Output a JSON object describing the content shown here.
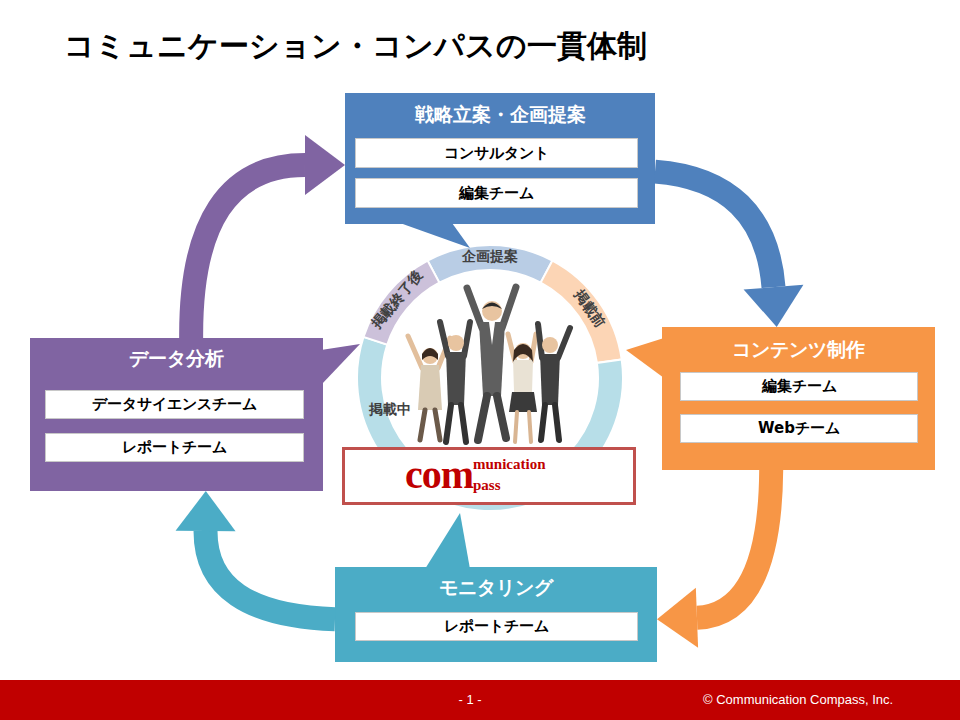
{
  "diagram": {
    "title": "コミュニケーション・コンパスの一貫体制",
    "nodes": [
      {
        "text": [
          "戦略立案・企画提案"
        ]
      },
      {
        "text": [
          "コンサルタント"
        ],
        "in": 0
      },
      {
        "text": [
          "編集チーム"
        ],
        "in": 0
      },
      {
        "text": [
          "コンテンツ制作"
        ]
      },
      {
        "text": [
          "編集チーム"
        ],
        "in": 3
      },
      {
        "text": [
          "Webチーム"
        ],
        "in": 3
      },
      {
        "text": [
          "モニタリング"
        ]
      },
      {
        "text": [
          "レポートチーム"
        ],
        "in": 6
      },
      {
        "text": [
          "データ分析"
        ]
      },
      {
        "text": [
          "データサイエンスチーム"
        ],
        "in": 8
      },
      {
        "text": [
          "レポートチーム"
        ],
        "in": 8
      },
      {
        "text": [
          "企画提案"
        ]
      },
      {
        "text": [
          "掲載前"
        ]
      },
      {
        "text": [
          "掲載中"
        ]
      },
      {
        "text": [
          "掲載終了後"
        ]
      },
      {
        "text": [
          "com",
          "munication",
          "pass"
        ]
      },
      {
        "text": [
          "- 1 -",
          "© Communication Compass, Inc."
        ]
      }
    ],
    "edges": [
      {
        "from": 0,
        "to": 3,
        "arrow": "to"
      },
      {
        "from": 3,
        "to": 6,
        "arrow": "to"
      },
      {
        "from": 6,
        "to": 8,
        "arrow": "to"
      },
      {
        "from": 8,
        "to": 0,
        "arrow": "to"
      }
    ]
  }
}
